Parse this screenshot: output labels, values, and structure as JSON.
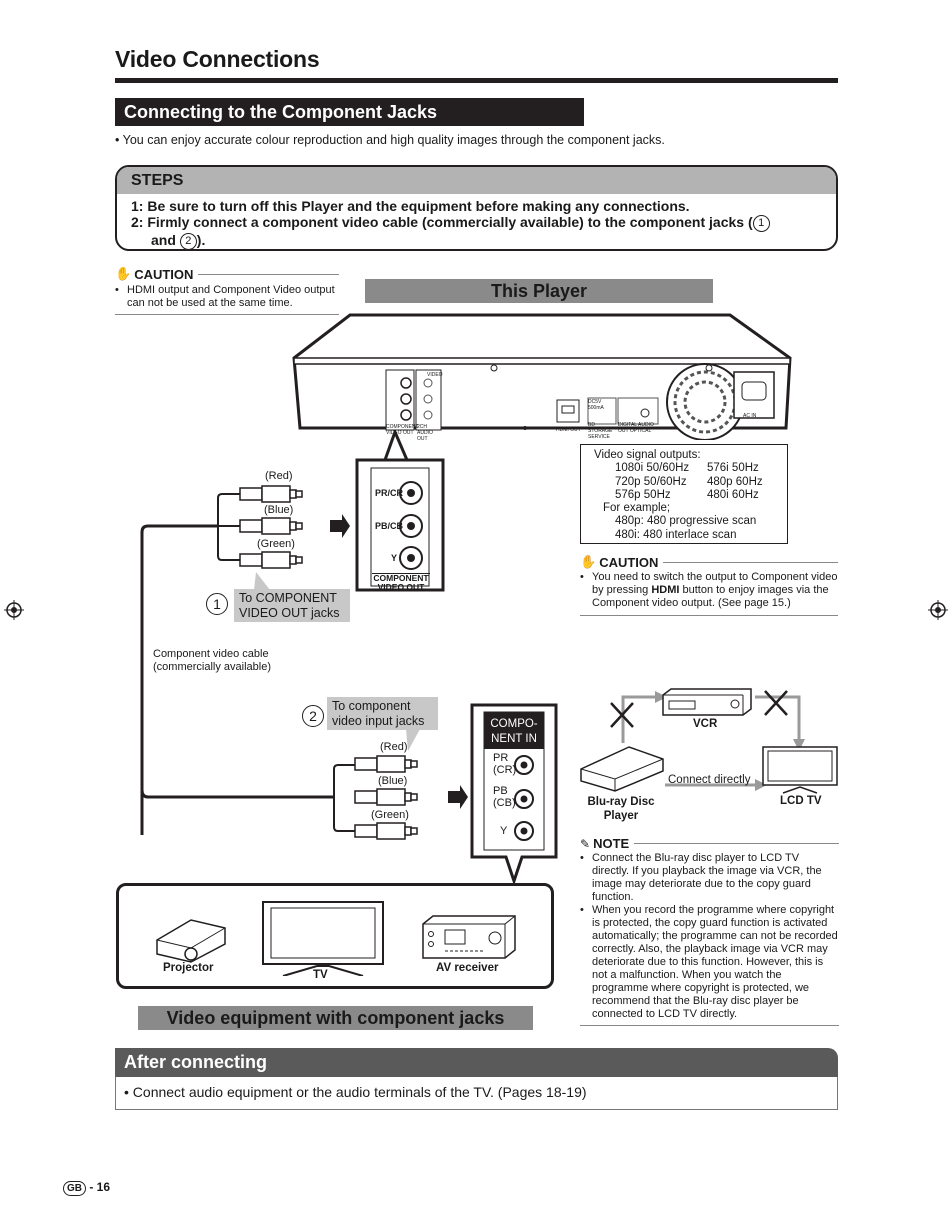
{
  "page": {
    "title": "Video Connections",
    "section_title": "Connecting to the Component Jacks",
    "intro": "You can enjoy accurate colour reproduction and high quality images through the component jacks."
  },
  "steps": {
    "heading": "STEPS",
    "step1_num": "1:",
    "step1": "Be sure to turn off this Player and the equipment before making any connections.",
    "step2_num": "2:",
    "step2_a": "Firmly connect a component video cable (commercially available) to the component jacks (",
    "step2_c1": "1",
    "step2_b": "and",
    "step2_c2": "2",
    "step2_c": ")."
  },
  "caution1": {
    "title": "CAUTION",
    "text": "HDMI output and Component Video output can not be used at the same time."
  },
  "player": {
    "label": "This Player",
    "panel_labels": [
      "PR/CR",
      "PB/CB",
      "Y"
    ],
    "panel_caption": "COMPONENT VIDEO OUT",
    "rear_labels": {
      "component": "COMPONENT VIDEO OUT",
      "audio": "2CH AUDIO OUT",
      "video": "VIDEO",
      "hdmi": "HDMI OUT",
      "lan": "DC5V 500mA",
      "bd": "BD STORAGE SERVICE",
      "optical": "DIGITAL AUDIO OUT OPTICAL",
      "ac": "AC IN"
    }
  },
  "signal_box": {
    "heading": "Video signal outputs:",
    "rows": [
      [
        "1080i 50/60Hz",
        "576i  50Hz"
      ],
      [
        "720p  50/60Hz",
        "480p  60Hz"
      ],
      [
        "576p  50Hz",
        "480i  60Hz"
      ]
    ],
    "example_heading": "For example;",
    "examples": [
      "480p: 480 progressive scan",
      "480i:  480 interlace scan"
    ]
  },
  "caution2": {
    "title": "CAUTION",
    "text_a": "You need to switch the output to Component video by pressing ",
    "text_bold": "HDMI",
    "text_b": " button to enjoy images via the Component video output. (See page 15.)"
  },
  "cable": {
    "red": "(Red)",
    "blue": "(Blue)",
    "green": "(Green)",
    "step1_num": "1",
    "step1_callout": "To COMPONENT VIDEO OUT jacks",
    "cable_label_1": "Component video cable",
    "cable_label_2": "(commercially available)",
    "step2_num": "2",
    "step2_callout": "To component video input jacks"
  },
  "component_in": {
    "header": "COMPO- NENT IN",
    "pr": "PR (CR)",
    "pb": "PB (CB)",
    "y": "Y"
  },
  "equipment": {
    "projector": "Projector",
    "tv": "TV",
    "av_receiver": "AV receiver",
    "label": "Video equipment with component jacks"
  },
  "vcr_diagram": {
    "vcr": "VCR",
    "bluray": "Blu-ray Disc Player",
    "lcd": "LCD TV",
    "connect": "Connect directly"
  },
  "note": {
    "title": "NOTE",
    "items": [
      "Connect the Blu-ray disc player to LCD TV directly. If you playback the image via VCR, the image may deteriorate due to the copy guard function.",
      "When you record the programme where copyright is protected, the copy guard function is activated automatically; the programme can not be recorded correctly. Also, the playback image via VCR may deteriorate due to this function. However, this is not a malfunction. When you watch the programme where copyright is protected, we recommend that the Blu-ray disc player be connected to LCD TV directly."
    ]
  },
  "after": {
    "heading": "After connecting",
    "text": "Connect audio equipment or the audio terminals of the TV. (Pages 18-19)"
  },
  "footer": {
    "badge": "GB",
    "page": "- 16"
  }
}
